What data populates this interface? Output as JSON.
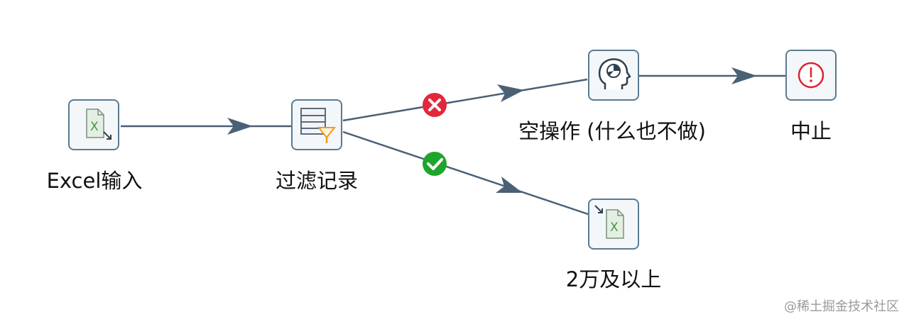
{
  "diagram": {
    "steps": {
      "excel_input": {
        "label": "Excel输入",
        "icon": "excel-input-icon"
      },
      "filter_rows": {
        "label": "过滤记录",
        "icon": "filter-rows-icon"
      },
      "dummy": {
        "label": "空操作 (什么也不做)",
        "icon": "dummy-head-icon"
      },
      "abort": {
        "label": "中止",
        "icon": "abort-icon"
      },
      "excel_output": {
        "label": "2万及以上",
        "icon": "excel-output-icon"
      }
    },
    "hops": [
      {
        "from": "Excel输入",
        "to": "过滤记录",
        "type": "normal"
      },
      {
        "from": "过滤记录",
        "to": "空操作 (什么也不做)",
        "type": "false",
        "badge_icon": "error-x-icon",
        "badge_color": "#e3263b"
      },
      {
        "from": "过滤记录",
        "to": "2万及以上",
        "type": "true",
        "badge_icon": "success-check-icon",
        "badge_color": "#1ea52c"
      },
      {
        "from": "空操作 (什么也不做)",
        "to": "中止",
        "type": "normal"
      }
    ],
    "colors": {
      "hop_line": "#4a6075",
      "node_border": "#5a7a92",
      "abort_red": "#e0212f"
    }
  },
  "watermark": "@稀土掘金技术社区"
}
